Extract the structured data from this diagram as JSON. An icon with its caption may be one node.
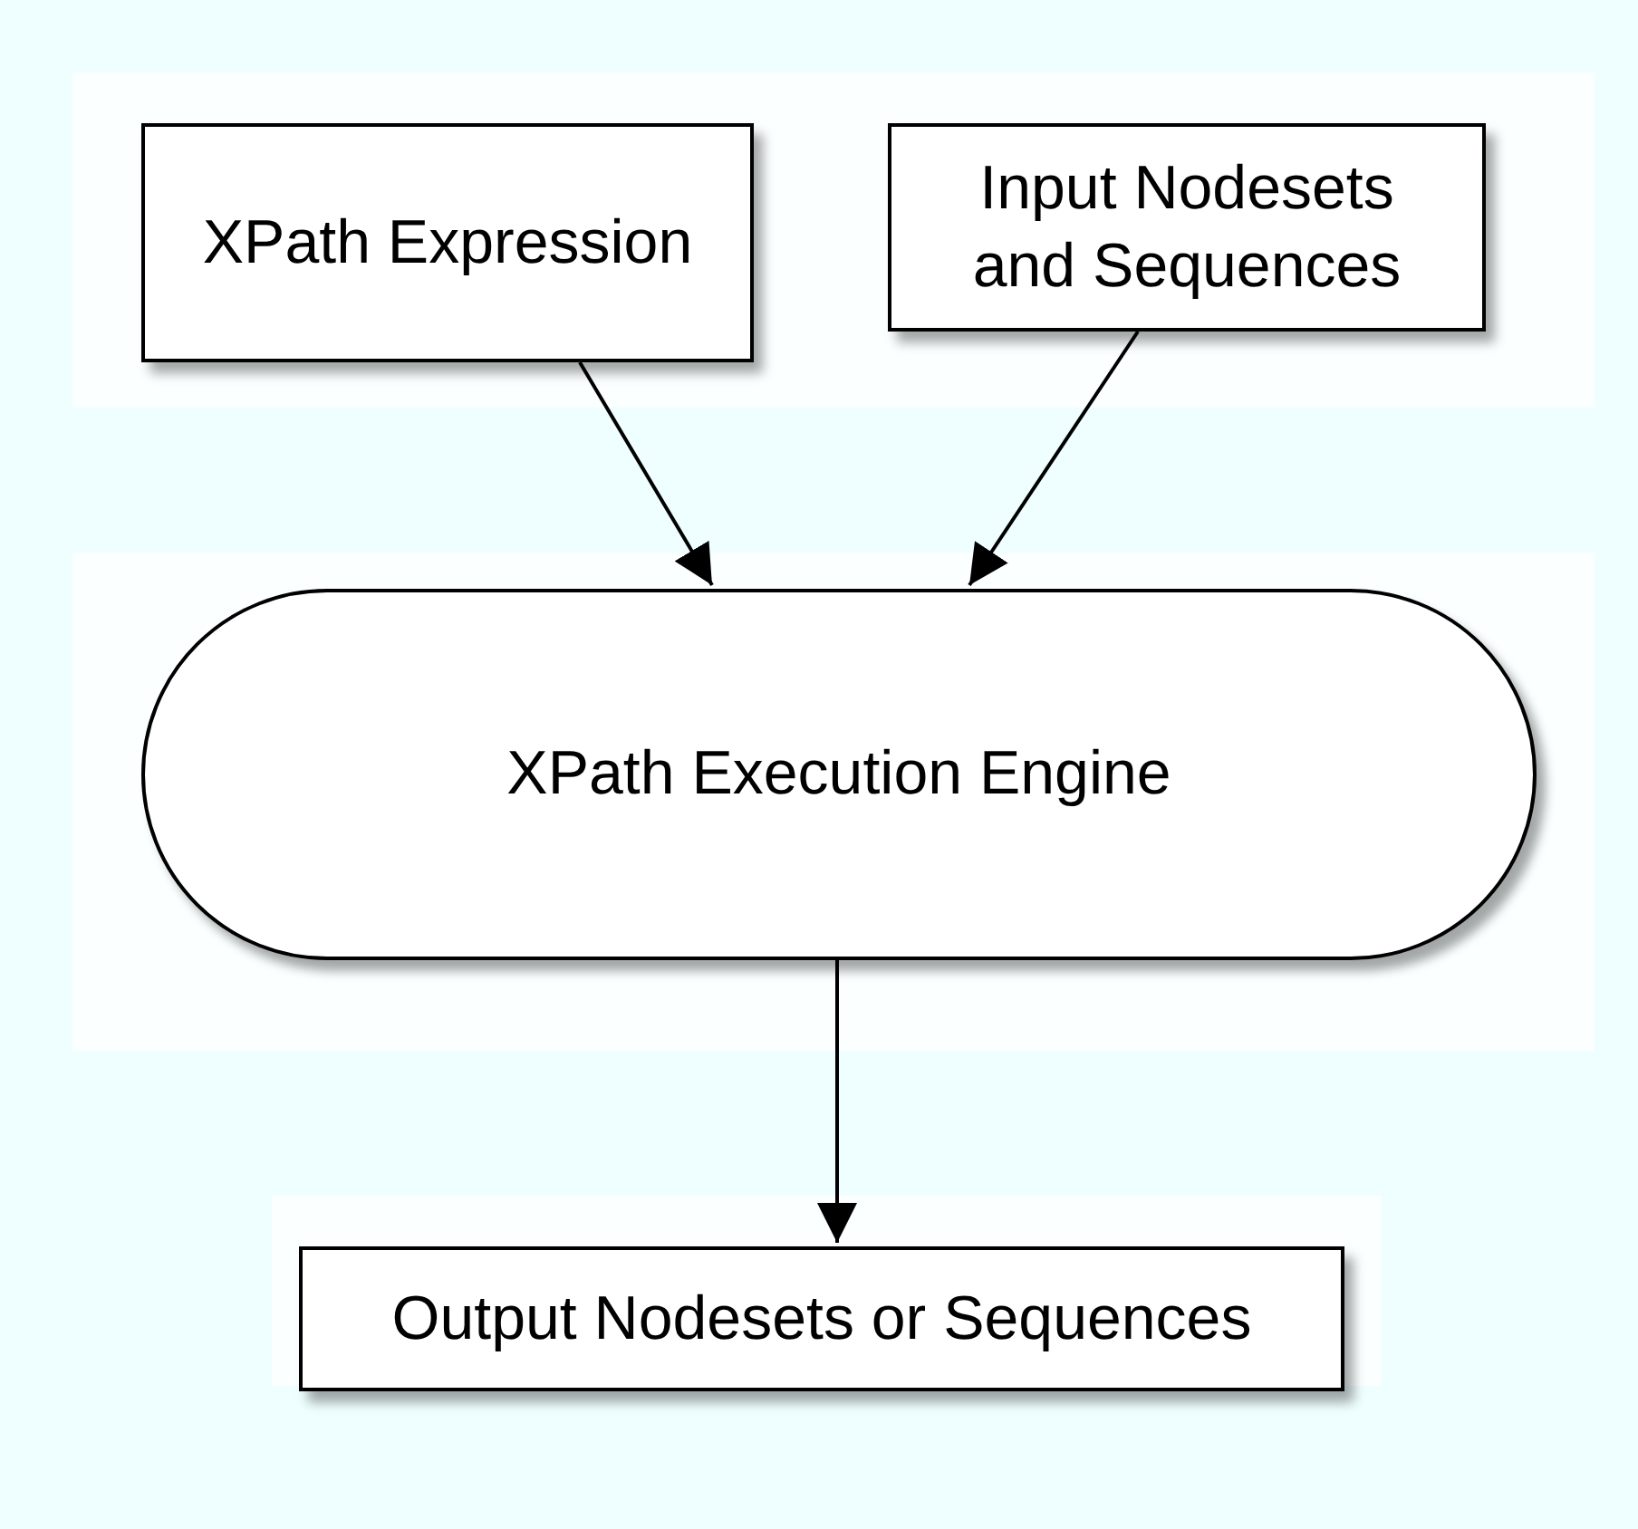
{
  "diagram": {
    "nodes": [
      {
        "text": [
          "XPath Expression"
        ]
      },
      {
        "text": [
          "Input Nodesets and Sequences"
        ]
      },
      {
        "text": [
          "XPath Execution Engine"
        ]
      },
      {
        "text": [
          "Output Nodesets or Sequences"
        ]
      }
    ],
    "edges": [
      {
        "from": 0,
        "to": 2,
        "arrow": "to"
      },
      {
        "from": 1,
        "to": 2,
        "arrow": "to"
      },
      {
        "from": 2,
        "to": 3,
        "arrow": "to"
      }
    ]
  }
}
